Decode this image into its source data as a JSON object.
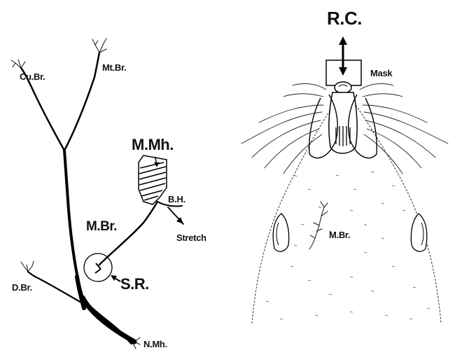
{
  "labels": {
    "cu_br": "Cu.Br.",
    "mt_br": "Mt.Br.",
    "m_mh": "M.Mh.",
    "b_h": "B.H.",
    "m_br_left": "M.Br.",
    "stretch": "Stretch",
    "s_r": "S.R.",
    "d_br": "D.Br.",
    "n_mh": "N.Mh.",
    "r_c": "R.C.",
    "mask": "Mask",
    "m_br_right": "M.Br."
  },
  "colors": {
    "ink": "#000000",
    "background": "#ffffff"
  }
}
